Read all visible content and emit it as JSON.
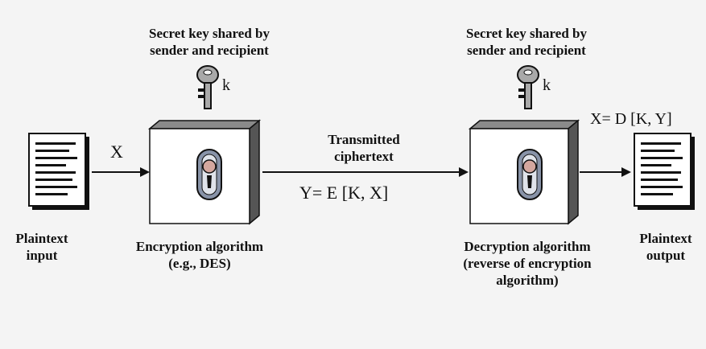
{
  "diagram": {
    "key_label_left": [
      "Secret key shared by",
      "sender and recipient"
    ],
    "key_label_right": [
      "Secret key shared by",
      "sender and recipient"
    ],
    "key_symbol_left": "k",
    "key_symbol_right": "k",
    "input_var": "X",
    "ciphertext_label": [
      "Transmitted",
      "ciphertext"
    ],
    "encryption_formula": "Y= E [K, X]",
    "decryption_formula": "X= D [K, Y]",
    "plaintext_input": [
      "Plaintext",
      "input"
    ],
    "plaintext_output": [
      "Plaintext",
      "output"
    ],
    "encryption_algorithm": [
      "Encryption algorithm",
      "(e.g., DES)"
    ],
    "decryption_algorithm": [
      "Decryption algorithm",
      "(reverse of encryption",
      "algorithm)"
    ]
  },
  "colors": {
    "background": "#f4f4f4",
    "box_face": "#ffffff",
    "box_side": "#555555",
    "box_top": "#8a8a8a",
    "lock_body": "#8893a8",
    "lock_knob": "#d4a79e",
    "key_metal": "#a9a9a9",
    "ink": "#111111"
  }
}
